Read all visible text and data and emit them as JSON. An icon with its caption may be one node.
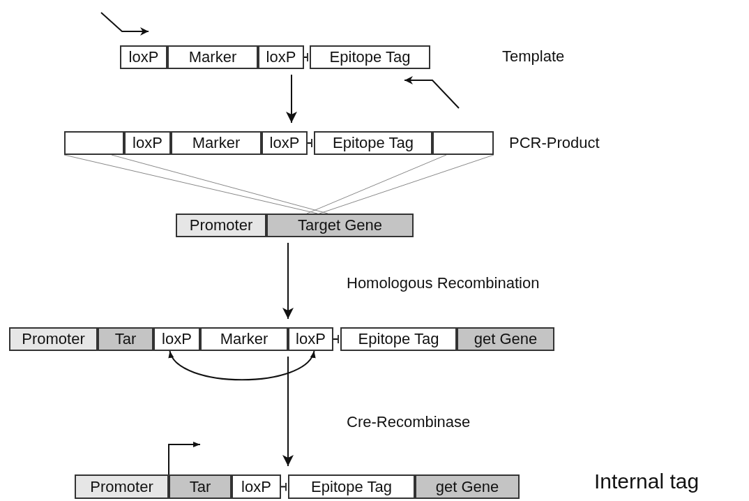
{
  "diagram": {
    "nodes": [
      {
        "text": [
          "loxP"
        ]
      },
      {
        "text": [
          "Marker"
        ]
      },
      {
        "text": [
          "loxP"
        ]
      },
      {
        "text": [
          "Epitope Tag"
        ]
      },
      {
        "text": [],
        "shape": "box"
      },
      {
        "text": [
          "loxP"
        ]
      },
      {
        "text": [
          "Marker"
        ]
      },
      {
        "text": [
          "loxP"
        ]
      },
      {
        "text": [
          "Epitope Tag"
        ]
      },
      {
        "text": [],
        "shape": "box"
      },
      {
        "text": [
          "Promoter"
        ]
      },
      {
        "text": [
          "Target Gene"
        ]
      },
      {
        "text": [
          "Promoter"
        ]
      },
      {
        "text": [
          "Tar"
        ]
      },
      {
        "text": [
          "loxP"
        ]
      },
      {
        "text": [
          "Marker"
        ]
      },
      {
        "text": [
          "loxP"
        ]
      },
      {
        "text": [
          "Epitope Tag"
        ]
      },
      {
        "text": [
          "get Gene"
        ]
      },
      {
        "text": [
          "Promoter"
        ]
      },
      {
        "text": [
          "Tar"
        ]
      },
      {
        "text": [
          "loxP"
        ]
      },
      {
        "text": [
          "Epitope Tag"
        ]
      },
      {
        "text": [
          "get Gene"
        ]
      }
    ],
    "edges": [
      {
        "from": 2,
        "to": 7,
        "arrow": "to"
      },
      {
        "from": 4,
        "to": 11,
        "arrow": "none",
        "color": "#888888"
      },
      {
        "from": 4,
        "to": 11,
        "arrow": "none",
        "color": "#888888"
      },
      {
        "from": 9,
        "to": 11,
        "arrow": "none",
        "color": "#888888"
      },
      {
        "from": 9,
        "to": 11,
        "arrow": "none",
        "color": "#888888"
      },
      {
        "from": 11,
        "to": 15,
        "arrow": "to"
      },
      {
        "from": 14,
        "to": 16,
        "arrow": "both"
      },
      {
        "from": 15,
        "to": 22,
        "arrow": "to"
      },
      {
        "from": 20,
        "to": null,
        "arrow": "to"
      },
      {
        "from": 2,
        "to": 3,
        "arrow": "other"
      },
      {
        "from": 7,
        "to": 8,
        "arrow": "other"
      },
      {
        "from": 16,
        "to": 17,
        "arrow": "other"
      },
      {
        "from": 21,
        "to": 22,
        "arrow": "other"
      }
    ],
    "labels": [
      "Template",
      "PCR-Product",
      "Homologous Recombination",
      "Cre-Recombinase",
      "Internal tag"
    ]
  }
}
